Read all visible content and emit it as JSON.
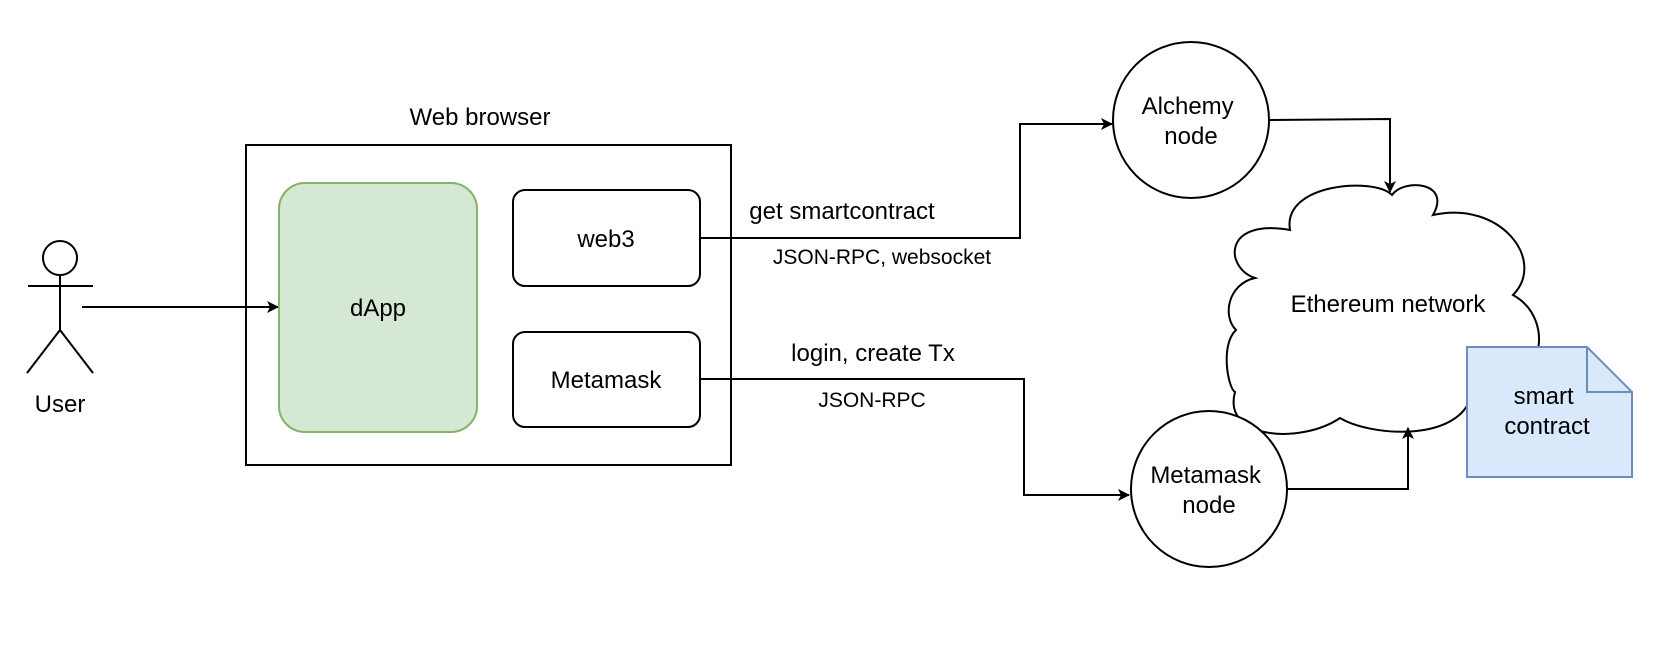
{
  "diagram": {
    "actor": {
      "label": "User"
    },
    "browser": {
      "title": "Web browser",
      "dapp": {
        "label": "dApp"
      },
      "web3": {
        "label": "web3"
      },
      "metamask": {
        "label": "Metamask"
      }
    },
    "alchemy_node": {
      "label_line1": "Alchemy",
      "label_line2": "node"
    },
    "metamask_node": {
      "label_line1": "Metamask",
      "label_line2": "node"
    },
    "ethereum_network": {
      "label": "Ethereum network"
    },
    "smart_contract": {
      "label_line1": "smart",
      "label_line2": "contract"
    },
    "edges": {
      "web3_to_alchemy": {
        "label": "get smartcontract",
        "sublabel": "JSON-RPC, websocket"
      },
      "metamask_to_node": {
        "label": "login, create Tx",
        "sublabel": "JSON-RPC"
      }
    },
    "colors": {
      "stroke": "#000000",
      "dapp_fill": "#d5e8d4",
      "dapp_stroke": "#82b366",
      "contract_fill": "#dae8fc",
      "contract_stroke": "#6c8ebf"
    }
  }
}
